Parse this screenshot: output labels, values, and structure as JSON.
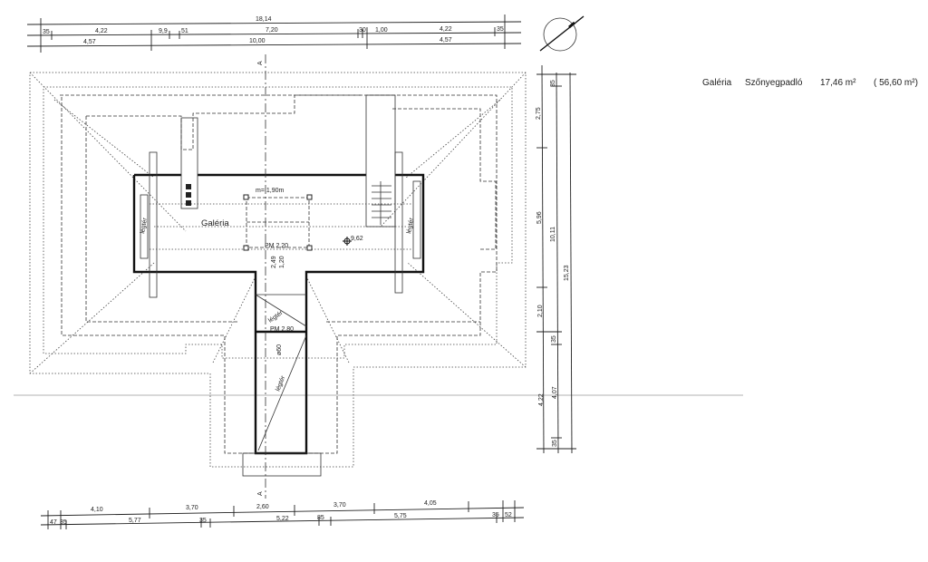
{
  "top_dimensions": {
    "overall": "18,14",
    "row2": [
      "35",
      "4,22",
      "9,9",
      "51",
      "7,20",
      "30",
      "1,00",
      "4,22",
      "35"
    ],
    "row3": [
      "4,57",
      "10,00",
      "4,57"
    ]
  },
  "bottom_dimensions": {
    "row1": [
      "4,10",
      "3,70",
      "2,60",
      "3,70",
      "4,05"
    ],
    "row2": [
      "47",
      "35",
      "5,77",
      "35",
      "5,22",
      "85",
      "5,75",
      "35",
      "52"
    ]
  },
  "right_dimensions": {
    "line1": [
      "2,75",
      "5,96",
      "2,10",
      "4,22"
    ],
    "line2": [
      "35",
      "10,11",
      "35",
      "4,07",
      "35"
    ],
    "line3": [
      "15,23"
    ]
  },
  "plan_labels": {
    "room": "Galéria",
    "ridge_height": "m= 1,90m",
    "pm1": "PM 2,20",
    "dim_249": "2,49",
    "dim_120": "1,20",
    "level": "9,62",
    "void_left": "légtér",
    "void_right": "légtér",
    "void_stair": "légtér",
    "pm2": "PM 2,80",
    "diameter": "ø60",
    "void_wing": "légtér",
    "section_top": "A",
    "section_bottom": "A"
  },
  "room_info": {
    "room": "Galéria",
    "floor": "Szőnyegpadló",
    "area": "17,46 m²",
    "total": "( 56,60 m²)"
  }
}
